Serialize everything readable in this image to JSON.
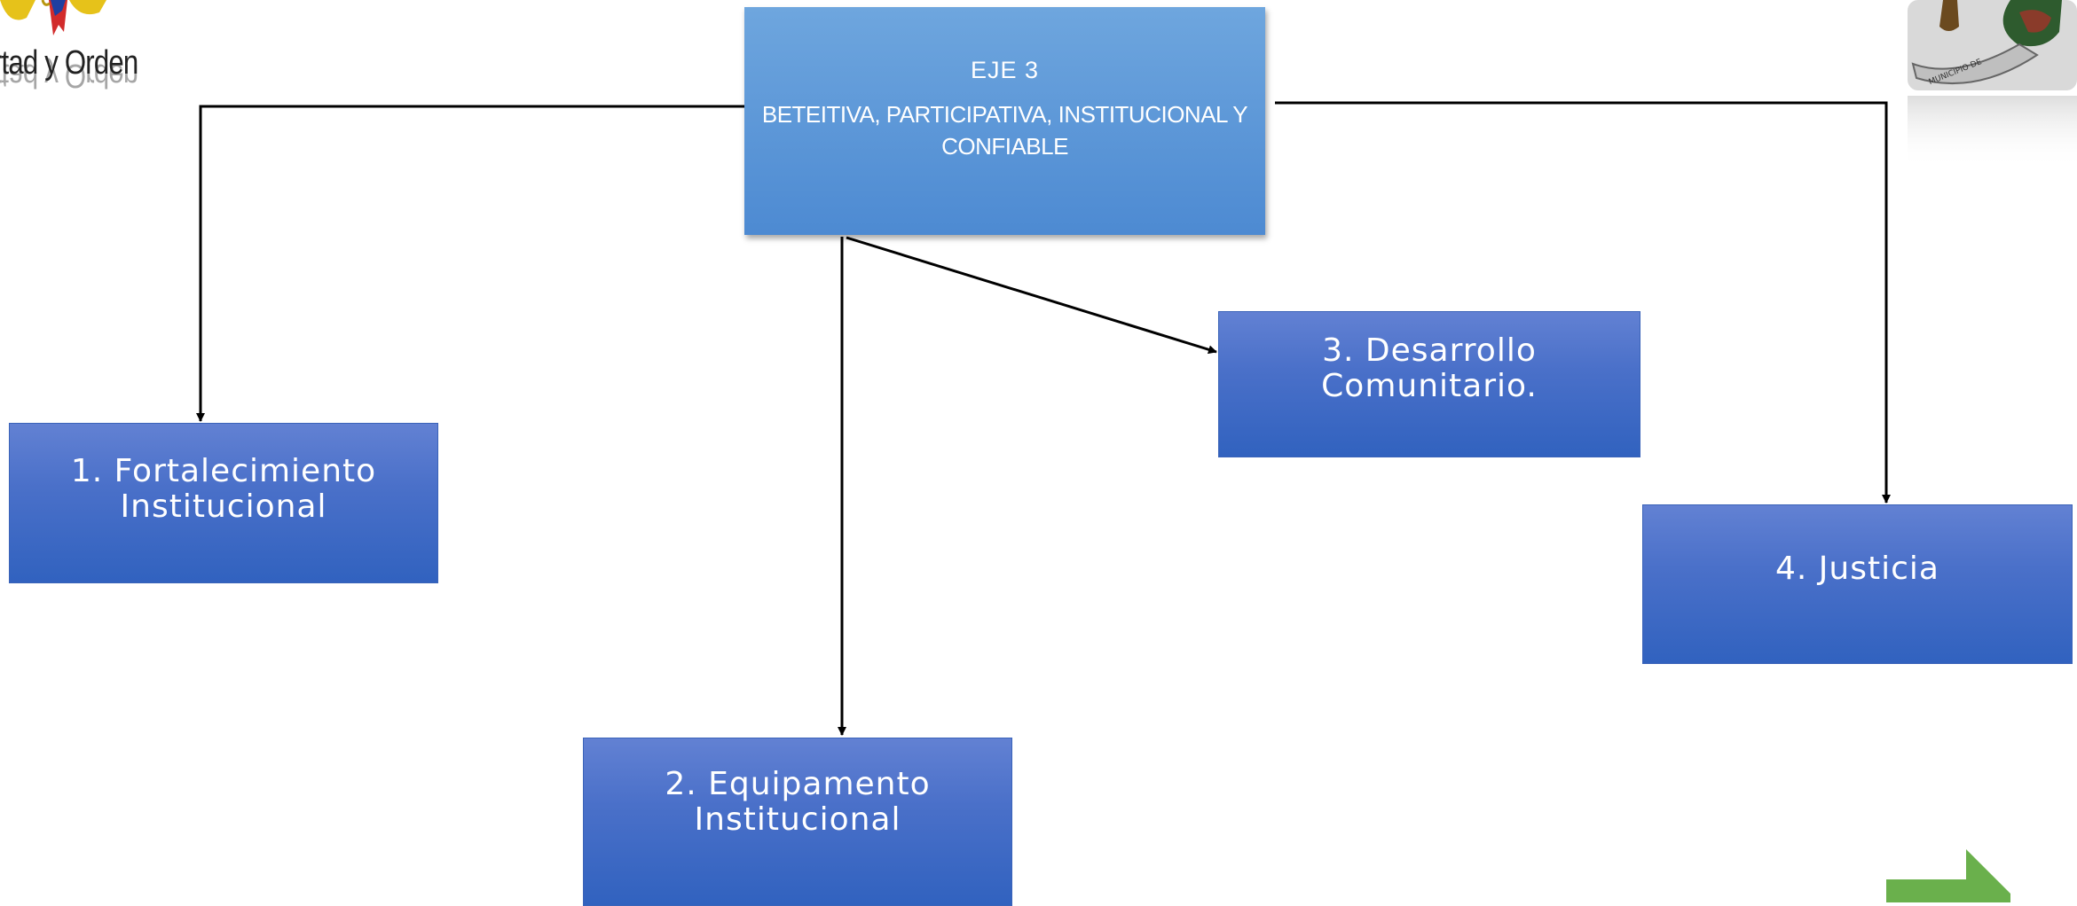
{
  "logo_left": {
    "motto": "rtad y Orden",
    "icon": "colombia-coat-of-arms-icon"
  },
  "logo_right": {
    "icon": "municipal-coat-of-arms-icon",
    "banner_text": "MUNICIPIO DE"
  },
  "main": {
    "axis": "EJE  3",
    "subtitle": "BETEITIVA,  PARTICIPATIVA, INSTITUCIONAL Y CONFIABLE"
  },
  "nodes": [
    {
      "line1": "1. Fortalecimiento",
      "line2": "Institucional"
    },
    {
      "line1": "2. Equipamento",
      "line2": "Institucional"
    },
    {
      "line1": "3. Desarrollo",
      "line2": "Comunitario."
    },
    {
      "line1": "4. Justicia",
      "line2": ""
    }
  ],
  "navigation": {
    "next_icon": "next-slide-arrow-icon"
  },
  "colors": {
    "main_box": "#5b97d8",
    "node_box": "#4a70c9",
    "connector": "#000000",
    "next_arrow": "#6ab04c"
  }
}
